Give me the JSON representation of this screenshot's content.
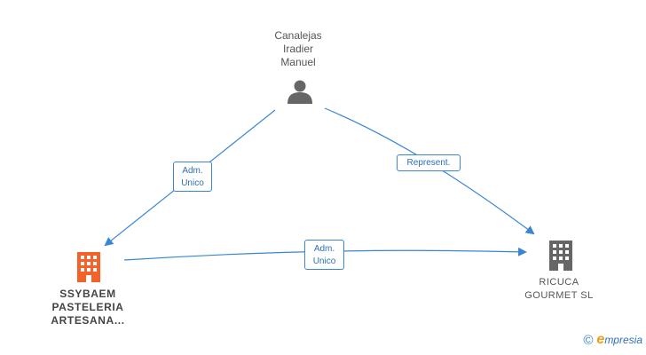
{
  "person": {
    "name_lines": [
      "Canalejas",
      "Iradier",
      "Manuel"
    ],
    "icon": "person-icon",
    "color": "#666666"
  },
  "company_left": {
    "name_lines": [
      "SSYBAEM",
      "PASTELERIA",
      "ARTESANA..."
    ],
    "icon": "building-icon",
    "color": "#f4622a"
  },
  "company_right": {
    "name_lines": [
      "RICUCA",
      "GOURMET  SL"
    ],
    "icon": "building-icon",
    "color": "#666666"
  },
  "edges": [
    {
      "from": "person",
      "to": "company_left",
      "label_lines": [
        "Adm.",
        "Unico"
      ]
    },
    {
      "from": "person",
      "to": "company_right",
      "label_lines": [
        "Represent."
      ]
    },
    {
      "from": "company_left",
      "to": "company_right",
      "label_lines": [
        "Adm.",
        "Unico"
      ]
    }
  ],
  "edge_color": "#3a86d4",
  "footer": {
    "copyright_symbol": "©",
    "brand_first": "e",
    "brand_rest": "mpresia"
  }
}
